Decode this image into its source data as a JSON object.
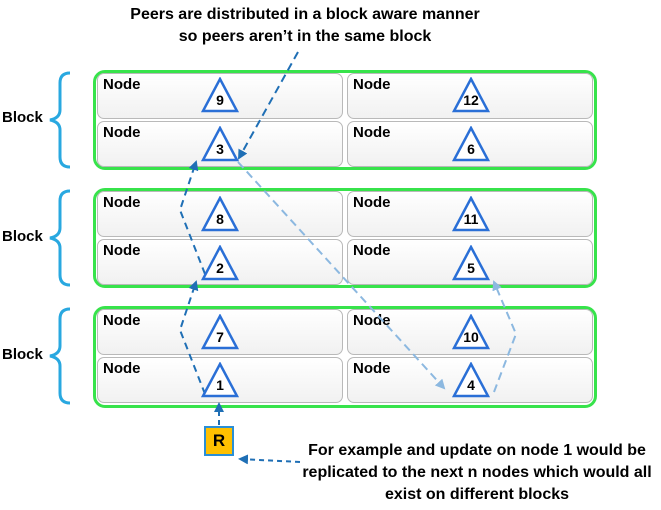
{
  "annotations": {
    "top_line1": "Peers are distributed in a block aware manner",
    "top_line2": "so peers aren’t in the same block",
    "bottom_line1": "For example and update on node 1 would be",
    "bottom_line2": "replicated to the next n nodes which would all",
    "bottom_line3": "exist on different blocks"
  },
  "blocks": [
    {
      "label": "Block",
      "nodes": [
        {
          "label": "Node",
          "id": "9"
        },
        {
          "label": "Node",
          "id": "12"
        },
        {
          "label": "Node",
          "id": "3"
        },
        {
          "label": "Node",
          "id": "6"
        }
      ]
    },
    {
      "label": "Block",
      "nodes": [
        {
          "label": "Node",
          "id": "8"
        },
        {
          "label": "Node",
          "id": "11"
        },
        {
          "label": "Node",
          "id": "2"
        },
        {
          "label": "Node",
          "id": "5"
        }
      ]
    },
    {
      "label": "Block",
      "nodes": [
        {
          "label": "Node",
          "id": "7"
        },
        {
          "label": "Node",
          "id": "10"
        },
        {
          "label": "Node",
          "id": "1"
        },
        {
          "label": "Node",
          "id": "4"
        }
      ]
    }
  ],
  "replica": {
    "label": "R"
  },
  "colors": {
    "block_border": "#37e34b",
    "brace": "#29a8e0",
    "triangle": "#2a6fd6",
    "arrow_dark": "#1f6fb5",
    "arrow_light": "#8cb8e0",
    "replica_fill": "#ffc000"
  }
}
